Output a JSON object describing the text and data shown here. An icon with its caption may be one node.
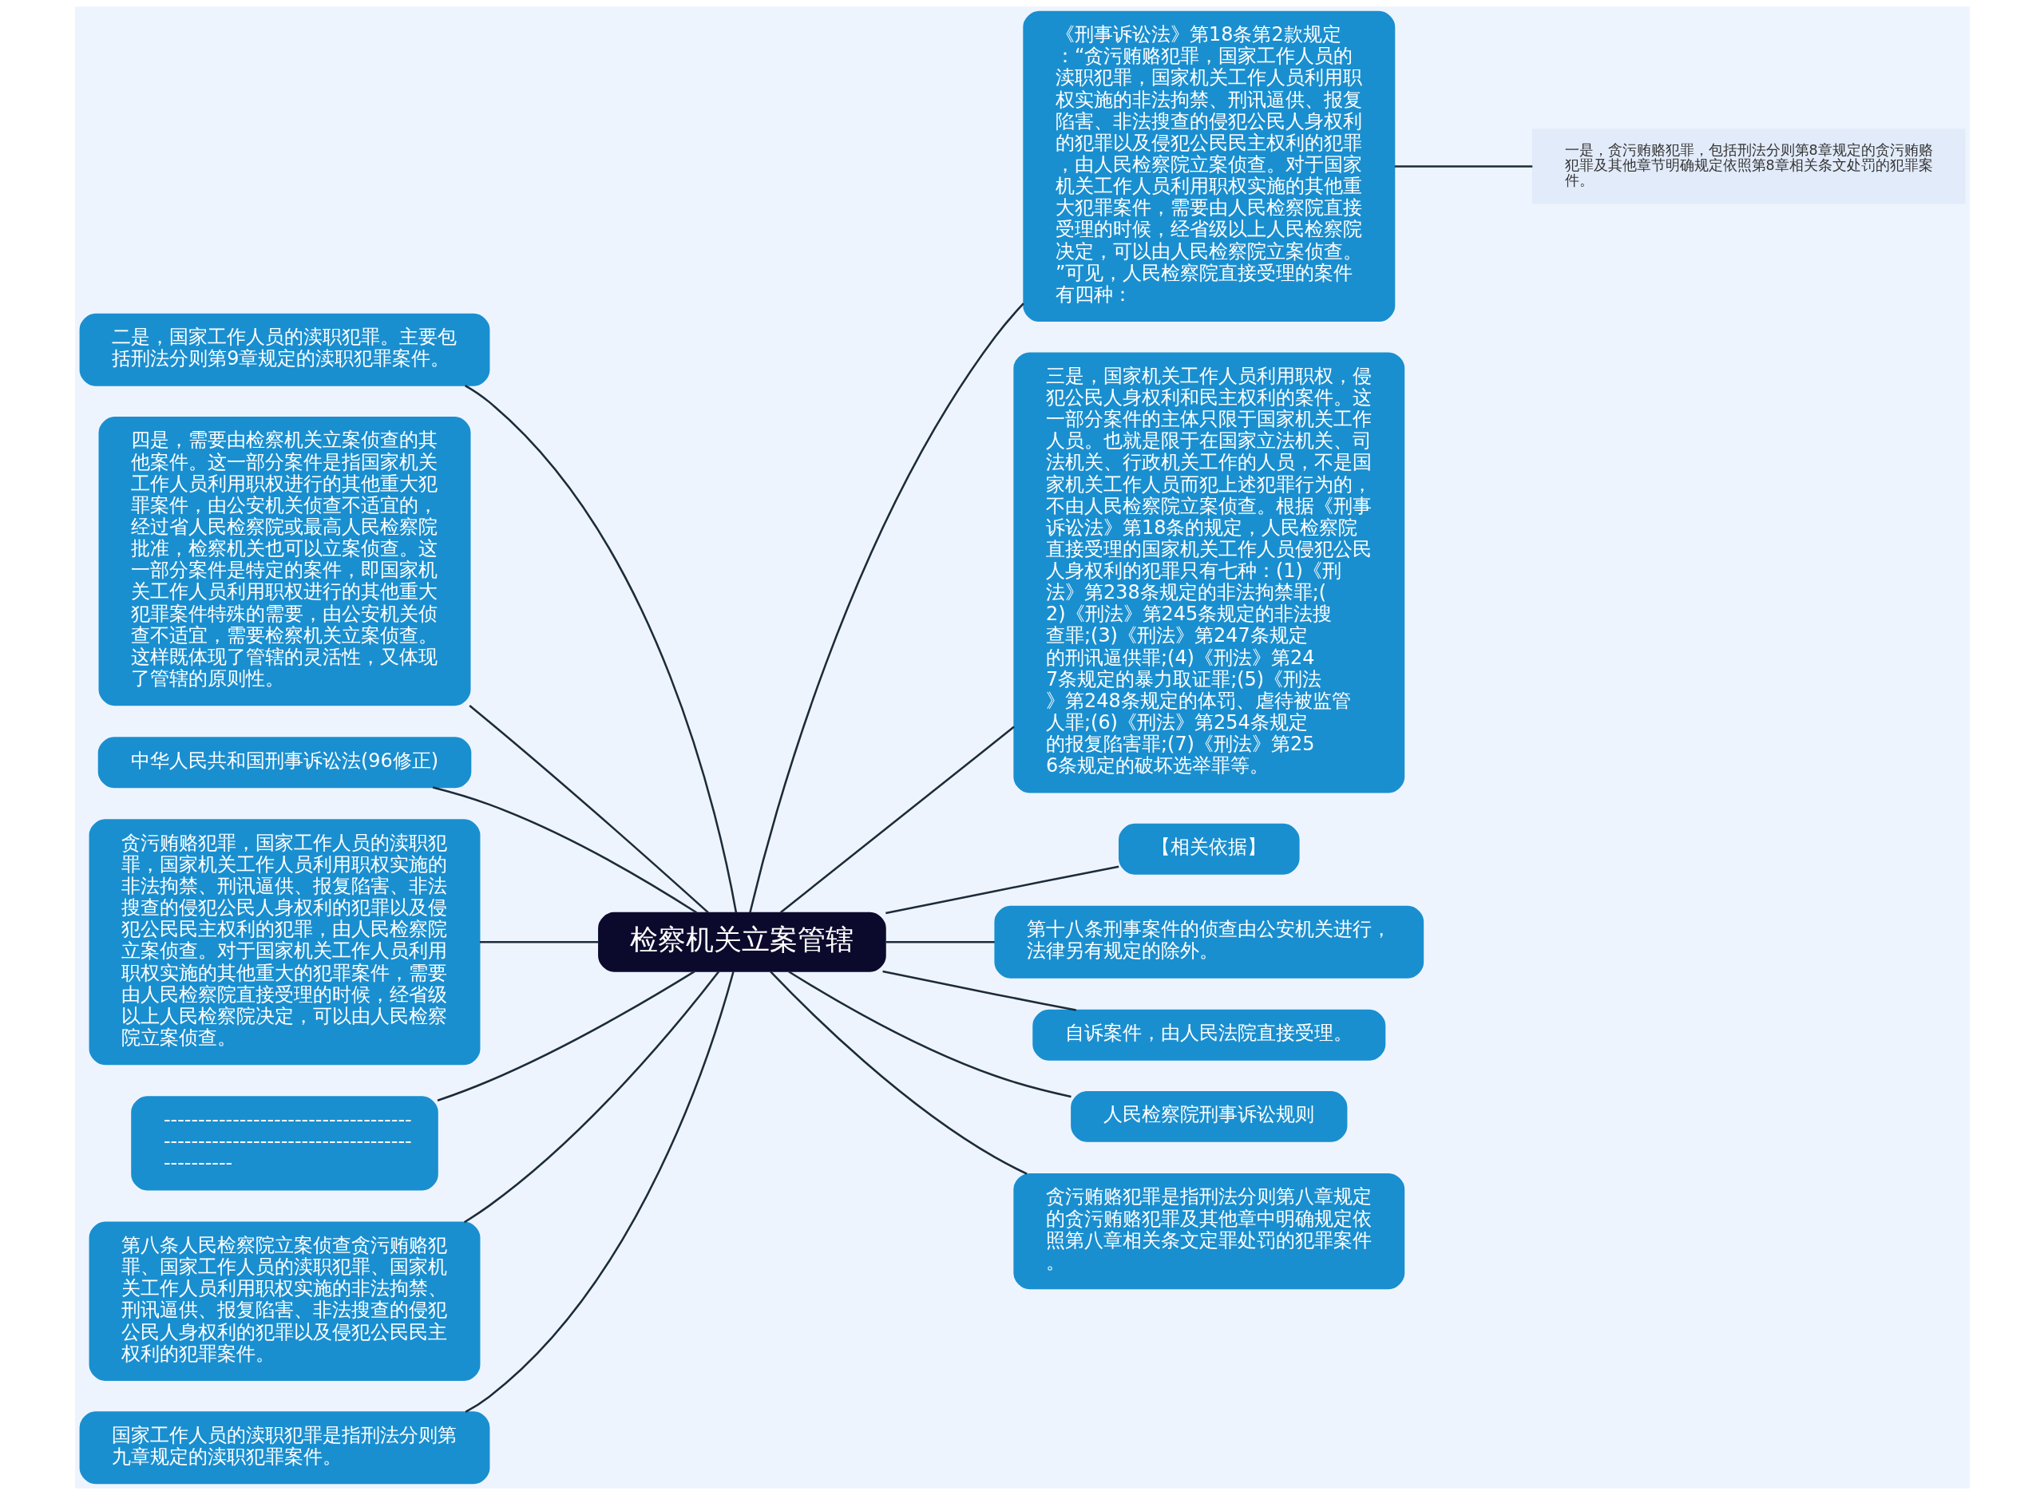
{
  "diagram": {
    "nodes": [
      {
        "text": [
          "检察机关立案管辖"
        ]
      },
      {
        "text": [
          "二是，国家工作人员的渎职犯罪。主要包括刑法分则第9章规定的渎职犯罪案件。"
        ]
      },
      {
        "text": [
          "四是，需要由检察机关立案侦查的其他案件。这一部分案件是指国家机关工作人员利用职权进行的其他重大犯罪案件，由公安机关侦查不适宜的，经过省人民检察院或最高人民检察院批准，检察机关也可以立案侦查。这一部分案件是特定的案件，即国家机关工作人员利用职权进行的其他重大犯罪案件特殊的需要，由公安机关侦查不适宜，需要检察机关立案侦查。这样既体现了管辖的灵活性，又体现了管辖的原则性。"
        ]
      },
      {
        "text": [
          "中华人民共和国刑事诉讼法(96修正)"
        ]
      },
      {
        "text": [
          "贪污贿赂犯罪，国家工作人员的渎职犯罪，国家机关工作人员利用职权实施的非法拘禁、刑讯逼供、报复陷害、非法搜查的侵犯公民人身权利的犯罪以及侵犯公民民主权利的犯罪，由人民检察院立案侦查。对于国家机关工作人员利用职权实施的其他重大的犯罪案件，需要由人民检察院直接受理的时候，经省级以上人民检察院决定，可以由人民检察院立案侦查。"
        ]
      },
      {
        "text": [
          "----------------------------------------------------------------------------------"
        ]
      },
      {
        "text": [
          "第八条人民检察院立案侦查贪污贿赂犯罪、国家工作人员的渎职犯罪、国家机关工作人员利用职权实施的非法拘禁、刑讯逼供、报复陷害、非法搜查的侵犯公民人身权利的犯罪以及侵犯公民民主权利的犯罪案件。"
        ]
      },
      {
        "text": [
          "国家工作人员的渎职犯罪是指刑法分则第九章规定的渎职犯罪案件。"
        ]
      },
      {
        "text": [
          "《刑事诉讼法》第18条第2款规定：“贪污贿赂犯罪，国家工作人员的渎职犯罪，国家机关工作人员利用职权实施的非法拘禁、刑讯逼供、报复陷害、非法搜查的侵犯公民人身权利的犯罪以及侵犯公民民主权利的犯罪，由人民检察院立案侦查。对于国家机关工作人员利用职权实施的其他重大犯罪案件，需要由人民检察院直接受理的时候，经省级以上人民检察院决定，可以由人民检察院立案侦查。”可见，人民检察院直接受理的案件有四种："
        ]
      },
      {
        "text": [
          "一是，贪污贿赂犯罪，包括刑法分则第8章规定的贪污贿赂犯罪及其他章节明确规定依照第8章相关条文处罚的犯罪案件。"
        ]
      },
      {
        "text": [
          "三是，国家机关工作人员利用职权，侵犯公民人身权利和民主权利的案件。这一部分案件的主体只限于国家机关工作人员。也就是限于在国家立法机关、司法机关、行政机关工作的人员，不是国家机关工作人员而犯上述犯罪行为的，不由人民检察院立案侦查。根据《刑事诉讼法》第18条的规定，人民检察院直接受理的国家机关工作人员侵犯公民人身权利的犯罪只有七种：(1)《刑法》第238条规定的非法拘禁罪;(2)《刑法》第245条规定的非法搜查罪;(3)《刑法》第247条规定的刑讯逼供罪;(4)《刑法》第247条规定的暴力取证罪;(5)《刑法》第248条规定的体罚、虐待被监管人罪;(6)《刑法》第254条规定的报复陷害罪;(7)《刑法》第256条规定的破坏选举罪等。"
        ]
      },
      {
        "text": [
          "【相关依据】"
        ]
      },
      {
        "text": [
          "第十八条刑事案件的侦查由公安机关进行，法律另有规定的除外。"
        ]
      },
      {
        "text": [
          "自诉案件，由人民法院直接受理。"
        ]
      },
      {
        "text": [
          "人民检察院刑事诉讼规则"
        ]
      },
      {
        "text": [
          "贪污贿赂犯罪是指刑法分则第八章规定的贪污贿赂犯罪及其他章中明确规定依照第八章相关条文定罪处罚的犯罪案件。"
        ]
      }
    ],
    "edges": [
      {
        "from": 1,
        "to": 0,
        "arrow": "none"
      },
      {
        "from": 2,
        "to": 0,
        "arrow": "none"
      },
      {
        "from": 3,
        "to": 0,
        "arrow": "none"
      },
      {
        "from": 4,
        "to": 0,
        "arrow": "none"
      },
      {
        "from": 5,
        "to": 0,
        "arrow": "none"
      },
      {
        "from": 6,
        "to": 0,
        "arrow": "none"
      },
      {
        "from": 7,
        "to": 0,
        "arrow": "none"
      },
      {
        "from": 0,
        "to": 8,
        "arrow": "none"
      },
      {
        "from": 8,
        "to": 9,
        "arrow": "none"
      },
      {
        "from": 0,
        "to": 10,
        "arrow": "none"
      },
      {
        "from": 0,
        "to": 11,
        "arrow": "none"
      },
      {
        "from": 0,
        "to": 12,
        "arrow": "none"
      },
      {
        "from": 0,
        "to": 13,
        "arrow": "none"
      },
      {
        "from": 0,
        "to": 14,
        "arrow": "none"
      },
      {
        "from": 0,
        "to": 15,
        "arrow": "none"
      }
    ]
  }
}
